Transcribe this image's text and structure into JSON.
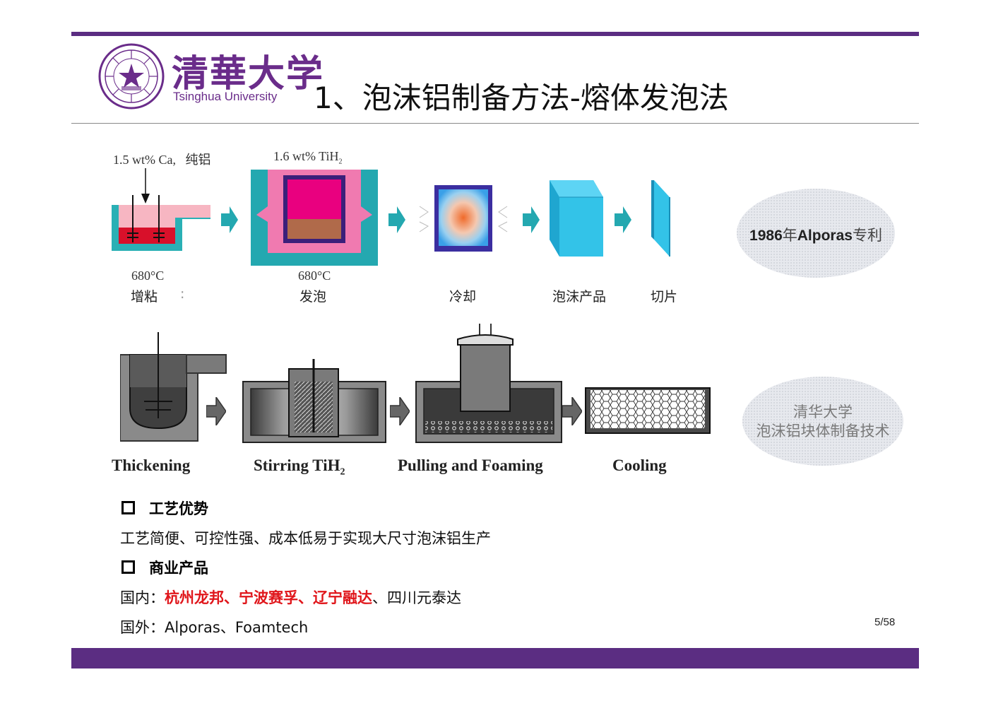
{
  "header": {
    "logo_cn": "清華大学",
    "logo_en": "Tsinghua University",
    "seal_icon": "tsinghua-seal-icon",
    "title": "1、泡沫铝制备方法-熔体发泡法"
  },
  "process_top": {
    "additive1": "1.5 wt% Ca,",
    "additive1_b": "纯铝",
    "additive2": "1.6 wt% TiH",
    "additive2_sub": "2",
    "temp1": "680°C",
    "temp2": "680°C",
    "steps": [
      "增粘",
      "发泡",
      "冷却",
      "泡沫产品",
      "切片"
    ]
  },
  "process_bottom": {
    "steps": [
      "Thickening",
      "Stirring TiH",
      "Pulling and Foaming",
      "Cooling"
    ],
    "step2_sub": "2"
  },
  "bubbles": {
    "patent_num": "1986",
    "patent_year": "年",
    "patent_name": "Alporas",
    "patent_suffix": "专利",
    "tsinghua_line1": "清华大学",
    "tsinghua_line2": "泡沫铝块体制备技术"
  },
  "advantages": {
    "heading": "工艺优势",
    "text": "工艺简便、可控性强、成本低易于实现大尺寸泡沫铝生产"
  },
  "products": {
    "heading": "商业产品",
    "domestic_label": "国内：",
    "domestic_highlight": "杭州龙邦、宁波赛孚、辽宁融达",
    "domestic_rest": "、四川元泰达",
    "foreign_label": "国外：",
    "foreign_names": "Alporas、Foamtech"
  },
  "page": {
    "number": "5/58"
  },
  "colors": {
    "purple": "#5b2d82",
    "cyan": "#33c3e8",
    "teal": "#24a8b0",
    "magenta": "#e9007f",
    "red": "#e0161b"
  }
}
